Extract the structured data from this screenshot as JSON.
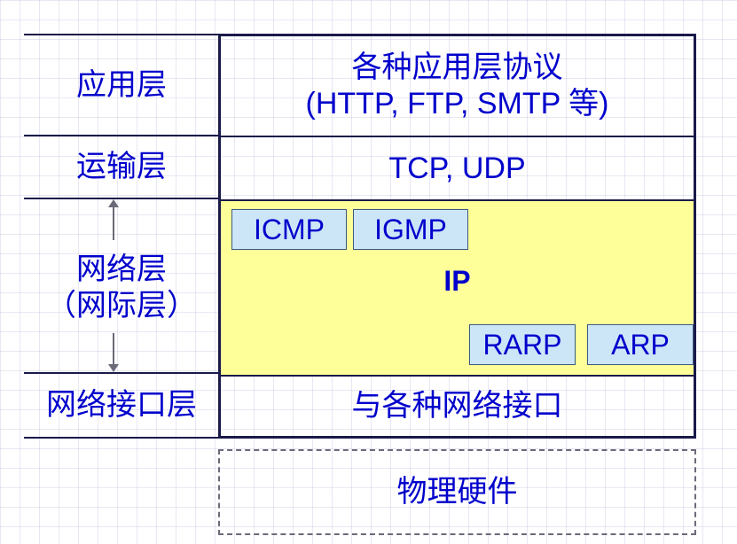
{
  "left_layers": {
    "application": "应用层",
    "transport": "运输层",
    "network_line1": "网络层",
    "network_line2": "（网际层）",
    "interface": "网络接口层"
  },
  "stack": {
    "application_line1": "各种应用层协议",
    "application_line2": "(HTTP, FTP, SMTP 等)",
    "transport": "TCP, UDP",
    "ip": "IP",
    "icmp": "ICMP",
    "igmp": "IGMP",
    "rarp": "RARP",
    "arp": "ARP",
    "interface": "与各种网络接口"
  },
  "hardware": "物理硬件",
  "colors": {
    "text": "#0000cc",
    "ip_background": "#ffff99",
    "protocol_box": "#cce6f7",
    "border": "#1a1a4a"
  }
}
